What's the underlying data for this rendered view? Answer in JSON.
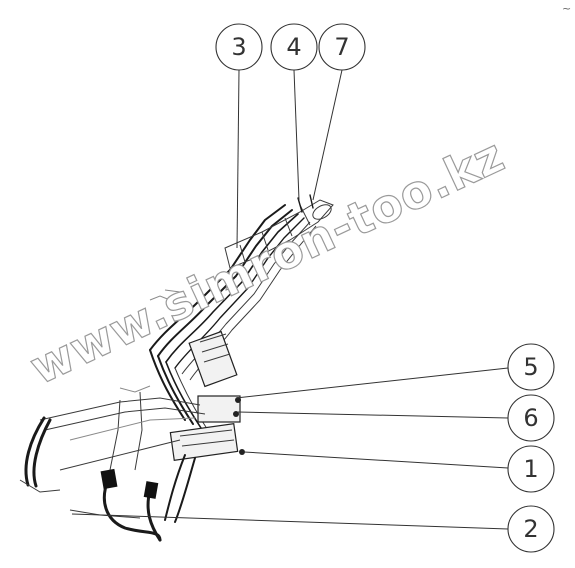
{
  "watermark": "www.simron-too.kz",
  "corner_mark": "~",
  "callouts": [
    {
      "id": "callout-3",
      "label": "3"
    },
    {
      "id": "callout-4",
      "label": "4"
    },
    {
      "id": "callout-7",
      "label": "7"
    },
    {
      "id": "callout-5",
      "label": "5"
    },
    {
      "id": "callout-6",
      "label": "6"
    },
    {
      "id": "callout-1",
      "label": "1"
    },
    {
      "id": "callout-2",
      "label": "2"
    }
  ]
}
